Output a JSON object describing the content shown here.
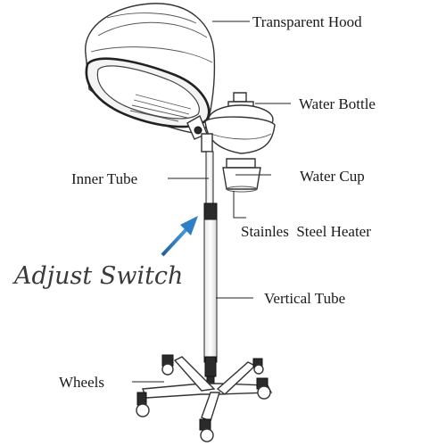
{
  "labels": {
    "hood": "Transparent Hood",
    "bottle": "Water Bottle",
    "cup": "Water Cup",
    "inner_tube": "Inner Tube",
    "heater": "Stainles  Steel Heater",
    "adjust": "Adjust Switch",
    "vertical": "Vertical Tube",
    "wheels": "Wheels"
  },
  "colors": {
    "arrow": "#2f7fc4",
    "ink": "#333333"
  }
}
